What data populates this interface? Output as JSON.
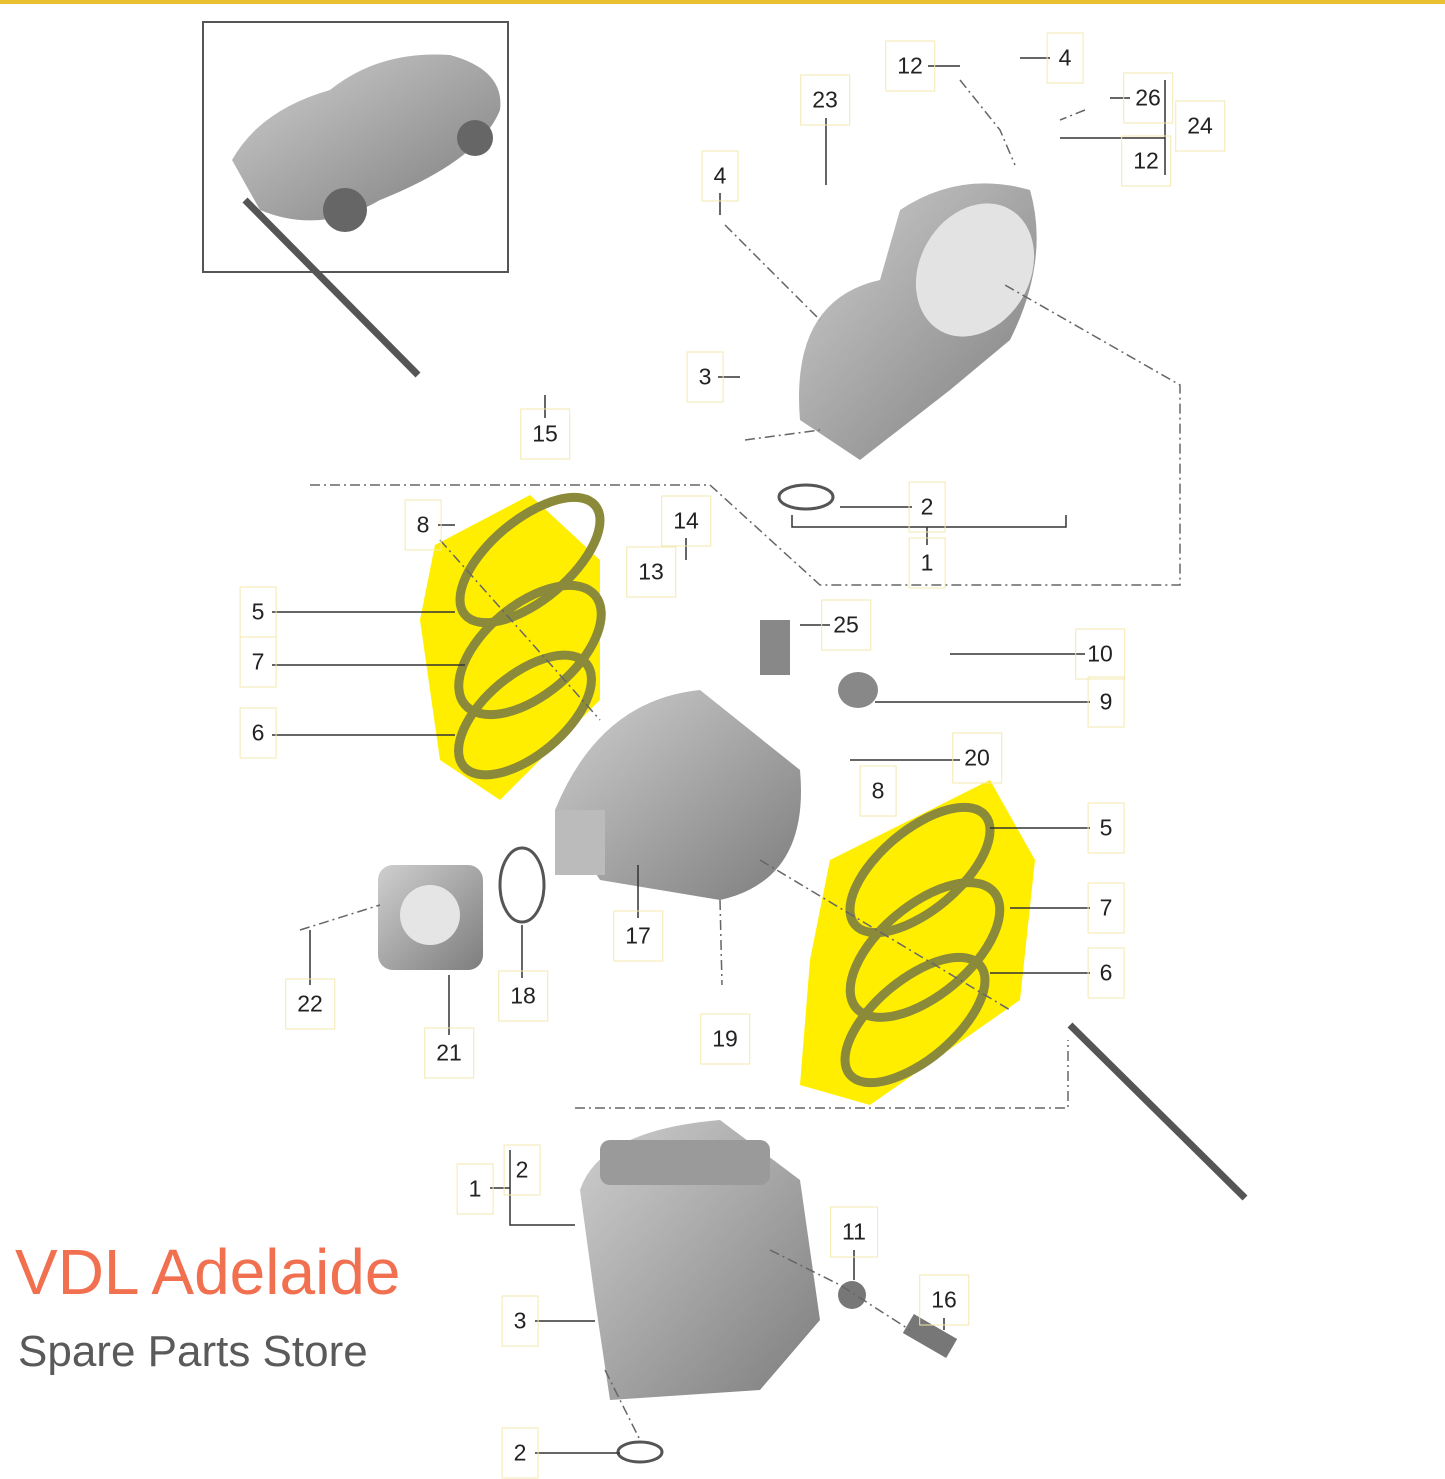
{
  "diagram": {
    "accent_bar_color": "#e8c030",
    "highlight_color": "#ffee00",
    "watermark": {
      "line1": "VDL Adelaide",
      "line2": "Spare Parts Store"
    },
    "labels": [
      "12",
      "4",
      "23",
      "26",
      "24",
      "12",
      "4",
      "3",
      "15",
      "2",
      "1",
      "8",
      "14",
      "13",
      "5",
      "25",
      "10",
      "7",
      "9",
      "6",
      "20",
      "8",
      "5",
      "7",
      "17",
      "6",
      "22",
      "18",
      "19",
      "21",
      "2",
      "1",
      "11",
      "16",
      "3",
      "2"
    ]
  }
}
